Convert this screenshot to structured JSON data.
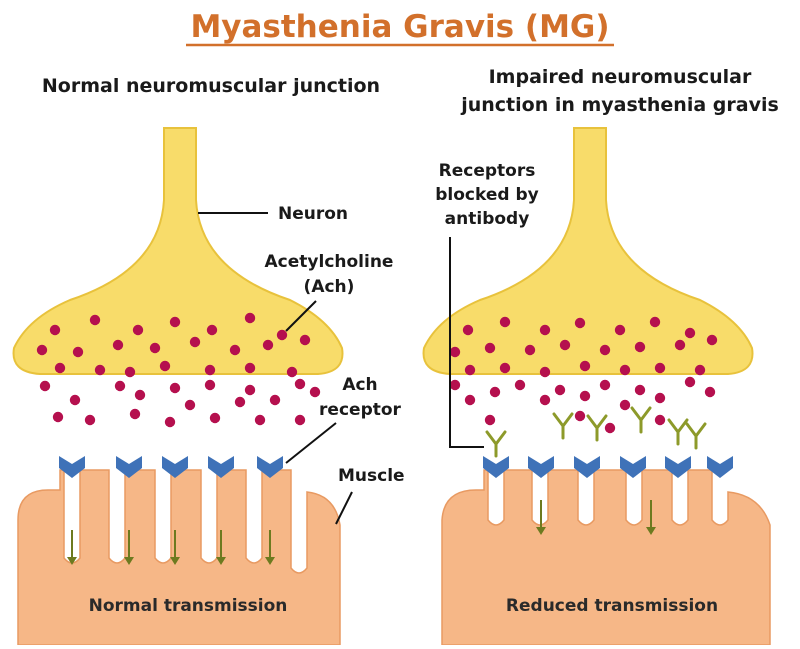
{
  "title": "Myasthenia Gravis (MG)",
  "left_panel": {
    "heading": "Normal neuromuscular junction",
    "labels": {
      "neuron": "Neuron",
      "acetylcholine": [
        "Acetylcholine",
        "(Ach)"
      ],
      "ach_receptor": [
        "Ach",
        "receptor"
      ],
      "muscle": "Muscle"
    },
    "caption": "Normal transmission"
  },
  "right_panel": {
    "heading": [
      "Impaired neuromuscular",
      "junction in myasthenia gravis"
    ],
    "labels": {
      "receptors_blocked": [
        "Receptors",
        "blocked by",
        "antibody"
      ]
    },
    "caption": "Reduced transmission"
  },
  "colors": {
    "title": "#d2702b",
    "neuron_fill": "#f8dc6a",
    "neuron_stroke": "#e8c23c",
    "muscle_fill": "#f6b787",
    "muscle_stroke": "#e89a62",
    "vesicle": "#b5104e",
    "receptor": "#3f72b8",
    "antibody": "#8d9a2a",
    "signal_arrow": "#6d7a1f"
  },
  "icons": {
    "vesicle": "ach-vesicle-dot",
    "receptor": "ach-receptor-chevron",
    "antibody": "y-shaped-antibody",
    "signal": "down-arrow"
  }
}
